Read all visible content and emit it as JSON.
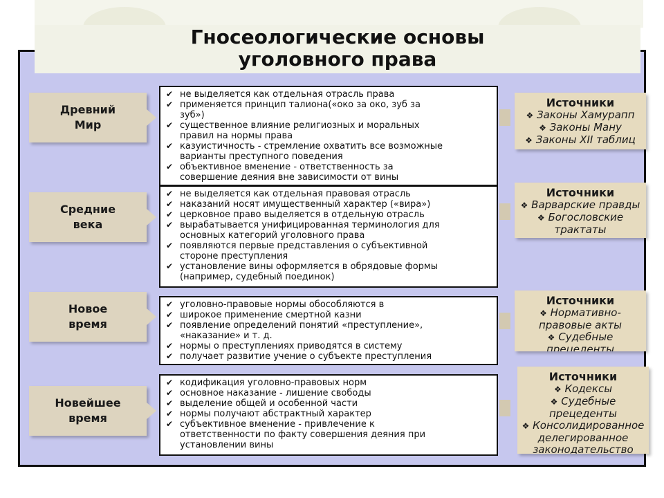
{
  "title": {
    "line1": "Гносеологические основы",
    "line2": "уголовного права"
  },
  "periods": [
    {
      "era": "Древний\nМир",
      "items": [
        "не выделяется как отдельная отрасль права",
        "применяется принцип талиона(«око за око, зуб за\nзуб»)",
        "существенное влияние религиозных и моральных\nправил на нормы права",
        "казуистичность - стремление охватить все возможные\nварианты преступного поведения",
        "объективное вменение - ответственность за\nсовершение деяния вне зависимости от вины"
      ],
      "sources_title": "Источники",
      "sources": [
        "Законы Хамурапп",
        "Законы Ману",
        "Законы XII таблиц"
      ]
    },
    {
      "era": "Средние\nвека",
      "items": [
        "не выделяется как отдельная правовая отрасль",
        "наказаний носят имущественный характер («вира»)",
        "церковное право выделяется в отдельную отрасль",
        "вырабатывается унифицированная терминология для\nосновных категорий уголовного права",
        "появляются первые представления о субъективной\nстороне преступления",
        "установление вины оформляется в обрядовые формы\n(например, судебный поединок)"
      ],
      "sources_title": "Источники",
      "sources": [
        "Варварские правды",
        "Богословские\nтрактаты"
      ]
    },
    {
      "era": "Новое\nвремя",
      "items": [
        "уголовно-правовые нормы обособляются в",
        "широкое применение смертной казни",
        "появление определений понятий «преступление»,\n«наказание» и т. д.",
        "нормы о преступлениях приводятся в систему",
        "получает развитие учение о субъекте преступления"
      ],
      "sources_title": "Источники",
      "sources": [
        "Нормативно-\nправовые акты",
        "Судебные\nпрецеденты"
      ]
    },
    {
      "era": "Новейшее\nвремя",
      "items": [
        "кодификация уголовно-правовых норм",
        "основное наказание - лишение свободы",
        "выделение общей и особенной части",
        "нормы получают абстрактный характер",
        "субъективное вменение - привлечение к\nответственности  по факту совершения деяния при\nустановлении вины"
      ],
      "sources_title": "Источники",
      "sources": [
        "Кодексы",
        "Судебные\nпрецеденты",
        "Консолидированное\nделегированное\nзаконодательство"
      ]
    }
  ]
}
